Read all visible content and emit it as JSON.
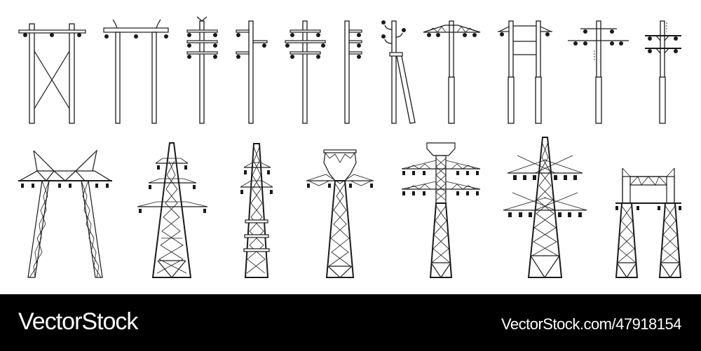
{
  "illustration": {
    "subject": "Electrical transmission towers and utility poles set",
    "rows": [
      {
        "name": "utility-poles",
        "items": [
          "h-frame-pole-cross-brace",
          "h-frame-pole-simple",
          "pole-three-double-crossarms",
          "pole-alternating-crossarms",
          "pole-three-crossarms",
          "pole-partial",
          "pole-with-strut",
          "pole-truss-crossarm",
          "h-frame-concrete-pole",
          "pole-two-level-crossarms",
          "pole-braced-crossarms"
        ]
      },
      {
        "name": "lattice-towers",
        "items": [
          "portal-lattice-tower",
          "three-tier-lattice-tower",
          "narrow-lattice-tower",
          "cathead-lattice-tower",
          "double-circuit-lattice-tower",
          "x-arm-lattice-tower",
          "twin-portal-lattice-tower"
        ]
      }
    ],
    "line_color": "#1a1a1a",
    "background_color": "#ffffff"
  },
  "footer": {
    "brand": "VectorStock",
    "stock_id": "VectorStock.com/47918154",
    "background_color": "#000000",
    "text_color": "#ffffff"
  }
}
